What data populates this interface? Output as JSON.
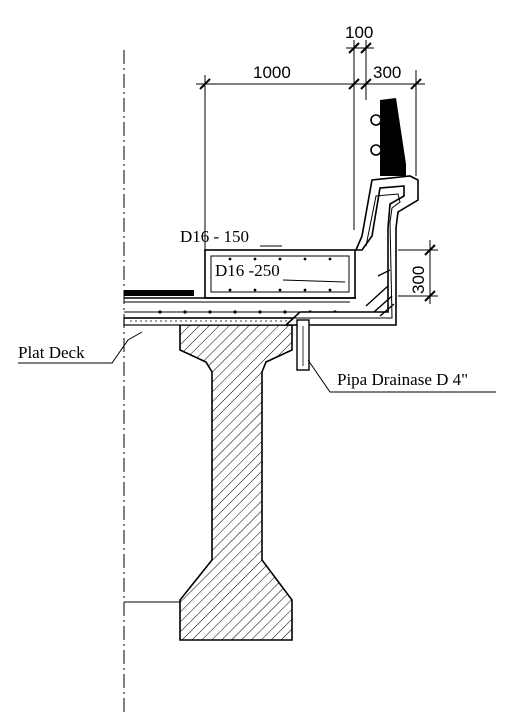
{
  "dimensions": {
    "top_gap": "100",
    "walkway_width": "1000",
    "parapet_width": "300",
    "curb_height": "300"
  },
  "rebar": {
    "upper": "D16 - 150",
    "lower": "D16 -250"
  },
  "callouts": {
    "deck": "Plat Deck",
    "drain": "Pipa Drainase D 4\""
  }
}
